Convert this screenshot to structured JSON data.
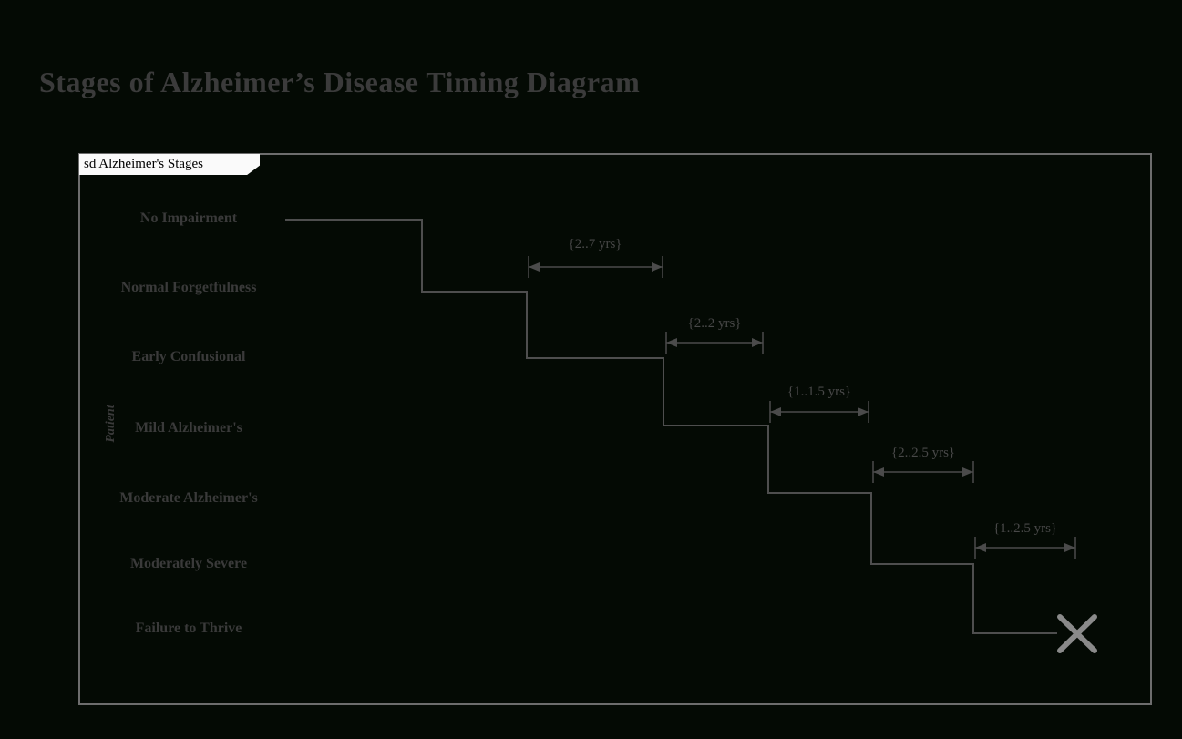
{
  "page": {
    "title": "Stages of Alzheimer’s Disease Timing Diagram"
  },
  "frame": {
    "label": "sd Alzheimer's Stages"
  },
  "colors": {
    "background": "#040a04",
    "title_text": "#3b3b3b",
    "state_text": "#3a3a3a",
    "duration_text": "#484848",
    "waveform_line": "#4e4e4e",
    "frame_border": "#6d6d6d",
    "tab_background": "#fafafa",
    "tab_text": "#000000",
    "destruction_x": "#8a8a8a"
  },
  "chart_data": {
    "type": "timing-diagram",
    "title": "Stages of Alzheimer’s Disease Timing Diagram",
    "frame_label": "sd Alzheimer's Stages",
    "lifeline": "Patient",
    "states": [
      "No Impairment",
      "Normal Forgetfulness",
      "Early Confusional",
      "Mild Alzheimer's",
      "Moderate Alzheimer's",
      "Moderately Severe",
      "Failure to Thrive"
    ],
    "duration_constraints": [
      {
        "state": "Early Confusional",
        "label": "{2..7 yrs}"
      },
      {
        "state": "Mild Alzheimer's",
        "label": "{2..2 yrs}"
      },
      {
        "state": "Moderate Alzheimer's",
        "label": "{1..1.5 yrs}"
      },
      {
        "state": "Moderately Severe",
        "label": "{2..2.5 yrs}"
      },
      {
        "state": "Failure to Thrive",
        "label": "{1..2.5 yrs}"
      }
    ],
    "end_event": "destruction"
  }
}
